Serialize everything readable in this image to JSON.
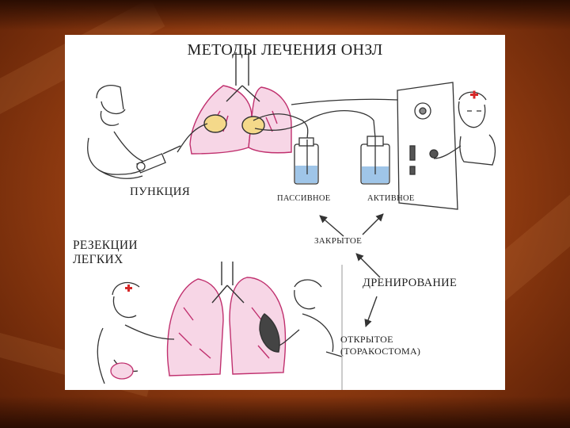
{
  "slide": {
    "title": "МЕТОДЫ ЛЕЧЕНИЯ ОНЗЛ",
    "labels": {
      "puncture": "ПУНКЦИЯ",
      "passive": "ПАССИВНОЕ",
      "active": "АКТИВНОЕ",
      "closed": "ЗАКРЫТОЕ",
      "resection_line1": "РЕЗЕКЦИИ",
      "resection_line2": "ЛЕГКИХ",
      "drainage": "ДРЕНИРОВАНИЕ",
      "open_line1": "ОТКРЫТОЕ",
      "open_line2": "(ТОРАКОСТОМА)"
    },
    "colors": {
      "background": "#8e3a10",
      "lung_fill": "#f7d6e6",
      "lung_stroke": "#c0306e",
      "fluid": "#f4d98a",
      "ink": "#333333",
      "red_cross": "#d62828",
      "water": "#6fa8dc"
    },
    "icons": [
      "doctor-figure-icon",
      "lungs-icon",
      "syringe-icon",
      "drainage-bottle-icon",
      "suction-apparatus-icon",
      "red-cross-icon",
      "arrow-icon"
    ]
  }
}
